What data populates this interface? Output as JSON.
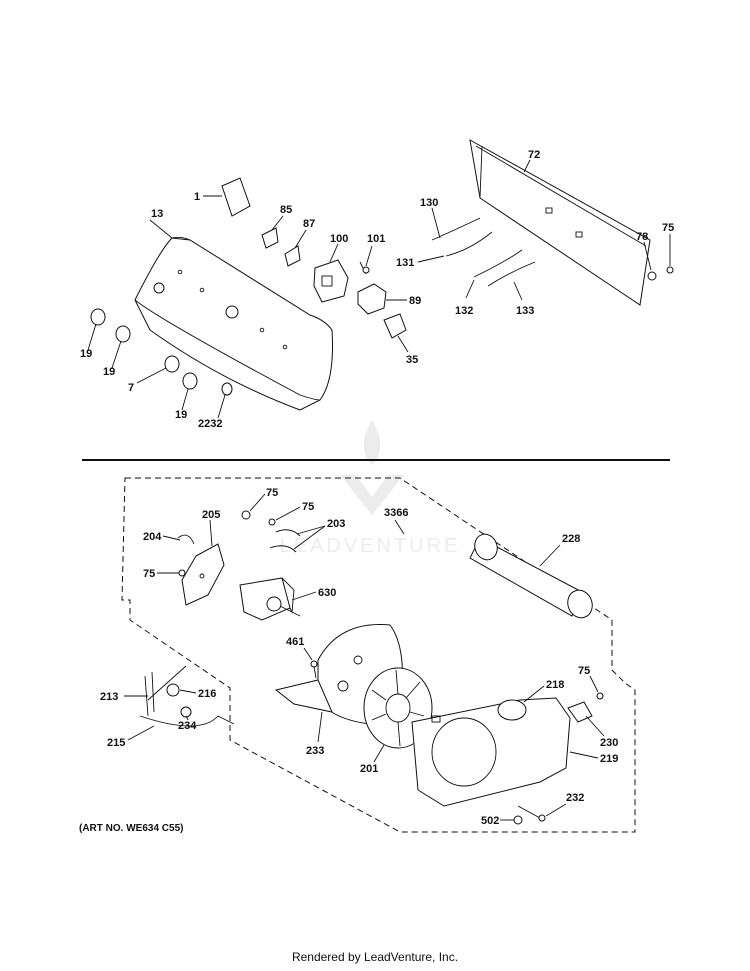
{
  "diagram": {
    "labels": {
      "p1": "1",
      "p13": "13",
      "p85": "85",
      "p87": "87",
      "p100": "100",
      "p101": "101",
      "p89": "89",
      "p35": "35",
      "p19a": "19",
      "p19b": "19",
      "p7": "7",
      "p19c": "19",
      "p2232": "2232",
      "p72": "72",
      "p130": "130",
      "p131": "131",
      "p132": "132",
      "p133": "133",
      "p78": "78",
      "p75a": "75",
      "p75b": "75",
      "p75c": "75",
      "p205": "205",
      "p204": "204",
      "p203": "203",
      "p3366": "3366",
      "p75d": "75",
      "p630": "630",
      "p228": "228",
      "p461": "461",
      "p213": "213",
      "p216": "216",
      "p234": "234",
      "p215": "215",
      "p233": "233",
      "p201": "201",
      "p218": "218",
      "p75e": "75",
      "p230": "230",
      "p219": "219",
      "p232": "232",
      "p502": "502"
    },
    "art_number": "(ART NO. WE634 C55)",
    "watermark": "LEADVENTURE"
  },
  "footer": {
    "text": "Rendered by LeadVenture, Inc."
  }
}
